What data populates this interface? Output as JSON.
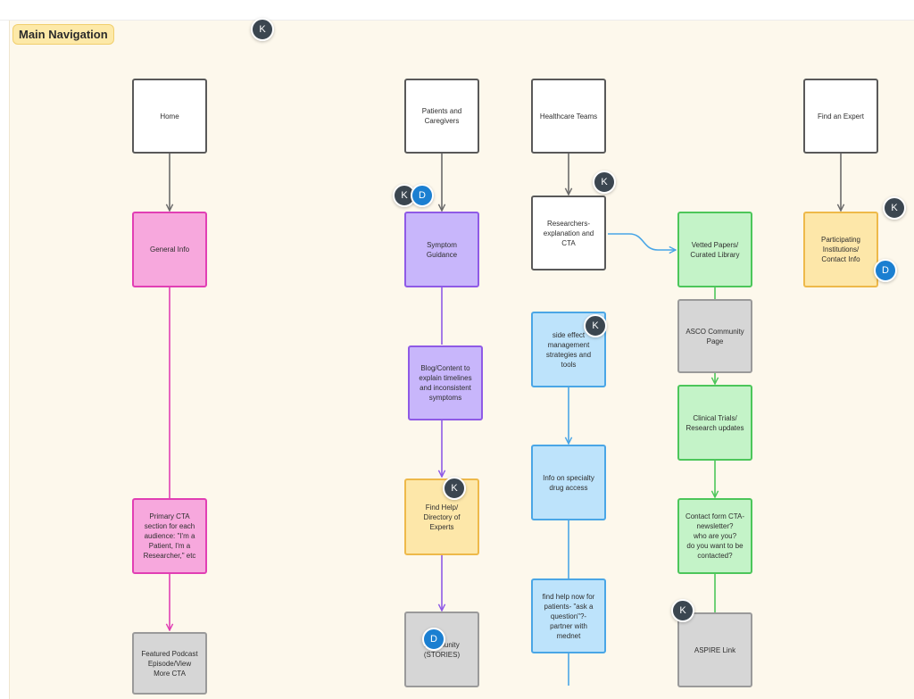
{
  "frame": {
    "title": "Main Navigation",
    "background": "#fdf8ec"
  },
  "colors": {
    "pink": "#e13fb4",
    "purple": "#8f5ae6",
    "blue": "#4aa6e6",
    "green": "#4cc65a",
    "gray_arrow": "#6b6b6b",
    "avatar_k": "#3b4650",
    "avatar_d": "#1b7fd1"
  },
  "nodes": {
    "home": "Home",
    "patients": "Patients and\nCaregivers",
    "healthcare": "Healthcare Teams",
    "find_expert": "Find an Expert",
    "general_info": "General Info",
    "symptom": "Symptom\nGuidance",
    "researchers": "Researchers-\nexplanation and\nCTA",
    "vetted": "Vetted Papers/\nCurated Library",
    "institutions": "Participating\nInstitutions/\nContact Info",
    "asco": "ASCO Community\nPage",
    "side_effect": "side effect\nmanagement\nstrategies and\ntools",
    "blog": "Blog/Content to\nexplain timelines\nand inconsistent\nsymptoms",
    "clinical": "Clinical Trials/\nResearch updates",
    "specialty": "Info on specialty\ndrug access",
    "find_help": "Find Help/\nDirectory of\nExperts",
    "primary_cta": "Primary CTA\nsection for each\naudience: \"I'm a\nPatient, I'm a\nResearcher,\" etc",
    "contact_form": "Contact form CTA-\nnewsletter?\nwho are you?\ndo you want to be\ncontacted?",
    "find_help_now": "find help now for\npatients- \"ask a\nquestion\"?-\npartner with\nmednet",
    "aspire": "ASPIRE Link",
    "community": "Pati        munity\n(STORIES)",
    "podcast": "Featured Podcast\nEpisode/View\nMore CTA"
  },
  "avatars": {
    "k": "K",
    "d": "D"
  }
}
